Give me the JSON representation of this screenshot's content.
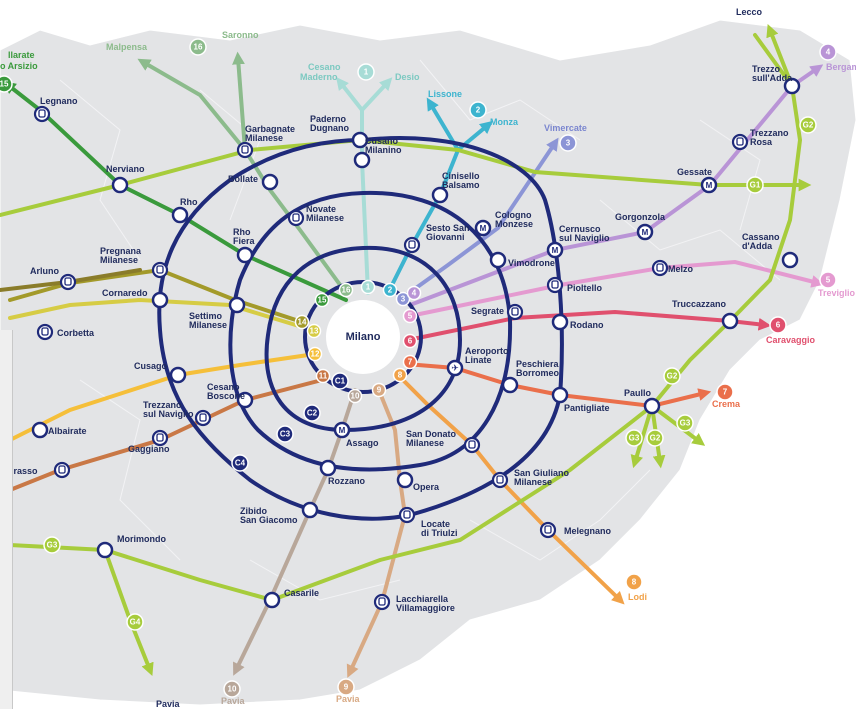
{
  "map": {
    "center": "Milano",
    "colors": {
      "ring": "#1f2a7a",
      "line1": "#a7dcd6",
      "line2": "#3db4cf",
      "line3": "#8c95d6",
      "line4": "#b994d6",
      "line5": "#e49ad0",
      "line6": "#e0506e",
      "line7": "#ea6f4b",
      "line8": "#f1a249",
      "line9": "#d8a983",
      "line10": "#b8a79a",
      "line11": "#c97846",
      "line12": "#f5bf3a",
      "line13": "#d6cc45",
      "line14": "#a39a2a",
      "line15": "#3a9a3c",
      "line16": "#8cbb8c",
      "lineG": "#a7cc3c",
      "lineArluno": "#8a7c2a",
      "green_label": "#4a9a4a"
    },
    "destinations": [
      {
        "id": "dest-gallarate",
        "text": "llarate",
        "color": "#3a9a3c"
      },
      {
        "id": "dest-busto",
        "text": "o Arsizio",
        "color": "#3a9a3c"
      },
      {
        "id": "dest-malpensa",
        "text": "Malpensa",
        "color": "#8cbb8c"
      },
      {
        "id": "dest-saronno",
        "text": "Saronno",
        "color": "#8cbb8c"
      },
      {
        "id": "dest-cesano1",
        "text": "Cesano",
        "color": "#7cc9c1"
      },
      {
        "id": "dest-cesano2",
        "text": "Maderno",
        "color": "#7cc9c1"
      },
      {
        "id": "dest-desio",
        "text": "Desio",
        "color": "#7cc9c1"
      },
      {
        "id": "dest-lissone",
        "text": "Lissone",
        "color": "#3db4cf"
      },
      {
        "id": "dest-monza",
        "text": "Monza",
        "color": "#3db4cf"
      },
      {
        "id": "dest-vimercate",
        "text": "Vimercate",
        "color": "#7b86cf"
      },
      {
        "id": "dest-lecco",
        "text": "Lecco",
        "color": "#1f2a5c"
      },
      {
        "id": "dest-bergamo",
        "text": "Bergam",
        "color": "#b994d6"
      },
      {
        "id": "dest-treviglio",
        "text": "Treviglio",
        "color": "#e49ad0"
      },
      {
        "id": "dest-caravaggio",
        "text": "Caravaggio",
        "color": "#e0506e"
      },
      {
        "id": "dest-crema",
        "text": "Crema",
        "color": "#ea6f4b"
      },
      {
        "id": "dest-lodi",
        "text": "Lodi",
        "color": "#f1a249"
      },
      {
        "id": "dest-pavia9",
        "text": "Pavia",
        "color": "#d8a983"
      },
      {
        "id": "dest-pavia10",
        "text": "Pavia",
        "color": "#b8a79a"
      },
      {
        "id": "dest-pavia-g",
        "text": "Pavia",
        "color": "#1f2a5c"
      }
    ],
    "badges": [
      {
        "id": "b1",
        "text": "1",
        "color": "#a7dcd6"
      },
      {
        "id": "b2",
        "text": "2",
        "color": "#3db4cf"
      },
      {
        "id": "b3",
        "text": "3",
        "color": "#8c95d6"
      },
      {
        "id": "b4",
        "text": "4",
        "color": "#b994d6"
      },
      {
        "id": "b5",
        "text": "5",
        "color": "#e49ad0"
      },
      {
        "id": "b6",
        "text": "6",
        "color": "#e0506e"
      },
      {
        "id": "b7",
        "text": "7",
        "color": "#ea6f4b"
      },
      {
        "id": "b8",
        "text": "8",
        "color": "#f1a249"
      },
      {
        "id": "b9",
        "text": "9",
        "color": "#d8a983"
      },
      {
        "id": "b10",
        "text": "10",
        "color": "#b8a79a"
      },
      {
        "id": "b16",
        "text": "16",
        "color": "#8cbb8c"
      },
      {
        "id": "b15",
        "text": "15",
        "color": "#3a9a3c"
      },
      {
        "id": "bG1",
        "text": "G1",
        "color": "#a7cc3c"
      },
      {
        "id": "bG2",
        "text": "G2",
        "color": "#a7cc3c"
      },
      {
        "id": "bG2b",
        "text": "G2",
        "color": "#a7cc3c"
      },
      {
        "id": "bG2c",
        "text": "G2",
        "color": "#a7cc3c"
      },
      {
        "id": "bG3",
        "text": "G3",
        "color": "#a7cc3c"
      },
      {
        "id": "bG3b",
        "text": "G3",
        "color": "#a7cc3c"
      },
      {
        "id": "bG3c",
        "text": "G3",
        "color": "#a7cc3c"
      },
      {
        "id": "bG4",
        "text": "G4",
        "color": "#a7cc3c"
      },
      {
        "id": "bC1",
        "text": "C1",
        "color": "#1f2a7a"
      },
      {
        "id": "bC2",
        "text": "C2",
        "color": "#1f2a7a"
      },
      {
        "id": "bC3",
        "text": "C3",
        "color": "#1f2a7a"
      },
      {
        "id": "bC4",
        "text": "C4",
        "color": "#1f2a7a"
      },
      {
        "id": "s1",
        "text": "1",
        "color": "#a7dcd6"
      },
      {
        "id": "s2",
        "text": "2",
        "color": "#3db4cf"
      },
      {
        "id": "s3",
        "text": "3",
        "color": "#8c95d6"
      },
      {
        "id": "s4",
        "text": "4",
        "color": "#b994d6"
      },
      {
        "id": "s5",
        "text": "5",
        "color": "#e49ad0"
      },
      {
        "id": "s6",
        "text": "6",
        "color": "#e0506e"
      },
      {
        "id": "s7",
        "text": "7",
        "color": "#ea6f4b"
      },
      {
        "id": "s8",
        "text": "8",
        "color": "#f1a249"
      },
      {
        "id": "s9",
        "text": "9",
        "color": "#d8a983"
      },
      {
        "id": "s10",
        "text": "10",
        "color": "#b8a79a"
      },
      {
        "id": "s11",
        "text": "11",
        "color": "#c97846"
      },
      {
        "id": "s12",
        "text": "12",
        "color": "#f5bf3a"
      },
      {
        "id": "s13",
        "text": "13",
        "color": "#d6cc45"
      },
      {
        "id": "s14",
        "text": "14",
        "color": "#a39a2a"
      },
      {
        "id": "s15",
        "text": "15",
        "color": "#3a9a3c"
      },
      {
        "id": "s16",
        "text": "16",
        "color": "#8cbb8c"
      }
    ],
    "stations": [
      {
        "id": "legnano",
        "lines": [
          "Legnano"
        ]
      },
      {
        "id": "garbagnate",
        "lines": [
          "Garbagnate",
          "Milanese"
        ]
      },
      {
        "id": "paderno",
        "lines": [
          "Paderno",
          "Dugnano"
        ]
      },
      {
        "id": "bollate",
        "lines": [
          "Bollate"
        ]
      },
      {
        "id": "cusano",
        "lines": [
          "Cusano",
          "Milanino"
        ]
      },
      {
        "id": "cinisello",
        "lines": [
          "Cinisello",
          "Balsamo"
        ]
      },
      {
        "id": "nerviano",
        "lines": [
          "Nerviano"
        ]
      },
      {
        "id": "rho",
        "lines": [
          "Rho"
        ]
      },
      {
        "id": "novate",
        "lines": [
          "Novate",
          "Milanese"
        ]
      },
      {
        "id": "sestosg",
        "lines": [
          "Sesto San",
          "Giovanni"
        ]
      },
      {
        "id": "cologno",
        "lines": [
          "Cologno",
          "Monzese"
        ]
      },
      {
        "id": "trezzo",
        "lines": [
          "Trezzo",
          "sull'Adda"
        ]
      },
      {
        "id": "trezzano_rosa",
        "lines": [
          "Trezzano",
          "Rosa"
        ]
      },
      {
        "id": "gessate",
        "lines": [
          "Gessate"
        ]
      },
      {
        "id": "cernusco",
        "lines": [
          "Cernusco",
          "sul Naviglio"
        ]
      },
      {
        "id": "gorgonzola",
        "lines": [
          "Gorgonzola"
        ]
      },
      {
        "id": "cassano",
        "lines": [
          "Cassano",
          "d'Adda"
        ]
      },
      {
        "id": "pregnana",
        "lines": [
          "Pregnana",
          "Milanese"
        ]
      },
      {
        "id": "rhofiera",
        "lines": [
          "Rho",
          "Fiera"
        ]
      },
      {
        "id": "arluno",
        "lines": [
          "Arluno"
        ]
      },
      {
        "id": "cornaredo",
        "lines": [
          "Cornaredo"
        ]
      },
      {
        "id": "settimo",
        "lines": [
          "Settimo",
          "Milanese"
        ]
      },
      {
        "id": "vimodrone",
        "lines": [
          "Vimodrone"
        ]
      },
      {
        "id": "pioltello",
        "lines": [
          "Pioltello"
        ]
      },
      {
        "id": "melzo",
        "lines": [
          "Melzo"
        ]
      },
      {
        "id": "segrate",
        "lines": [
          "Segrate"
        ]
      },
      {
        "id": "rodano",
        "lines": [
          "Rodano"
        ]
      },
      {
        "id": "truccazzano",
        "lines": [
          "Truccazzano"
        ]
      },
      {
        "id": "corbetta",
        "lines": [
          "Corbetta"
        ]
      },
      {
        "id": "cusago",
        "lines": [
          "Cusago"
        ]
      },
      {
        "id": "aeroporto",
        "lines": [
          "Aeroporto",
          "Linate"
        ]
      },
      {
        "id": "peschiera",
        "lines": [
          "Peschiera",
          "Borromeo"
        ]
      },
      {
        "id": "pantigliate",
        "lines": [
          "Pantigliate"
        ]
      },
      {
        "id": "paullo",
        "lines": [
          "Paullo"
        ]
      },
      {
        "id": "cesano_b",
        "lines": [
          "Cesano",
          "Boscone"
        ]
      },
      {
        "id": "trezzano_n",
        "lines": [
          "Trezzano",
          "sul Naviglio"
        ]
      },
      {
        "id": "albairate",
        "lines": [
          "Albairate"
        ]
      },
      {
        "id": "gaggiano",
        "lines": [
          "Gaggiano"
        ]
      },
      {
        "id": "assago",
        "lines": [
          "Assago"
        ]
      },
      {
        "id": "sandonato",
        "lines": [
          "San Donato",
          "Milanese"
        ]
      },
      {
        "id": "abbiategrasso",
        "lines": [
          "tegrasso"
        ]
      },
      {
        "id": "rozzano",
        "lines": [
          "Rozzano"
        ]
      },
      {
        "id": "opera",
        "lines": [
          "Opera"
        ]
      },
      {
        "id": "sangiuliano",
        "lines": [
          "San Giuliano",
          "Milanese"
        ]
      },
      {
        "id": "zibido",
        "lines": [
          "Zibido",
          "San Giacomo"
        ]
      },
      {
        "id": "locate",
        "lines": [
          "Locate",
          "di Triulzi"
        ]
      },
      {
        "id": "melegnano",
        "lines": [
          "Melegnano"
        ]
      },
      {
        "id": "morimondo",
        "lines": [
          "Morimondo"
        ]
      },
      {
        "id": "casarile",
        "lines": [
          "Casarile"
        ]
      },
      {
        "id": "lacchiarella",
        "lines": [
          "Lacchiarella",
          "Villamaggiore"
        ]
      }
    ]
  }
}
